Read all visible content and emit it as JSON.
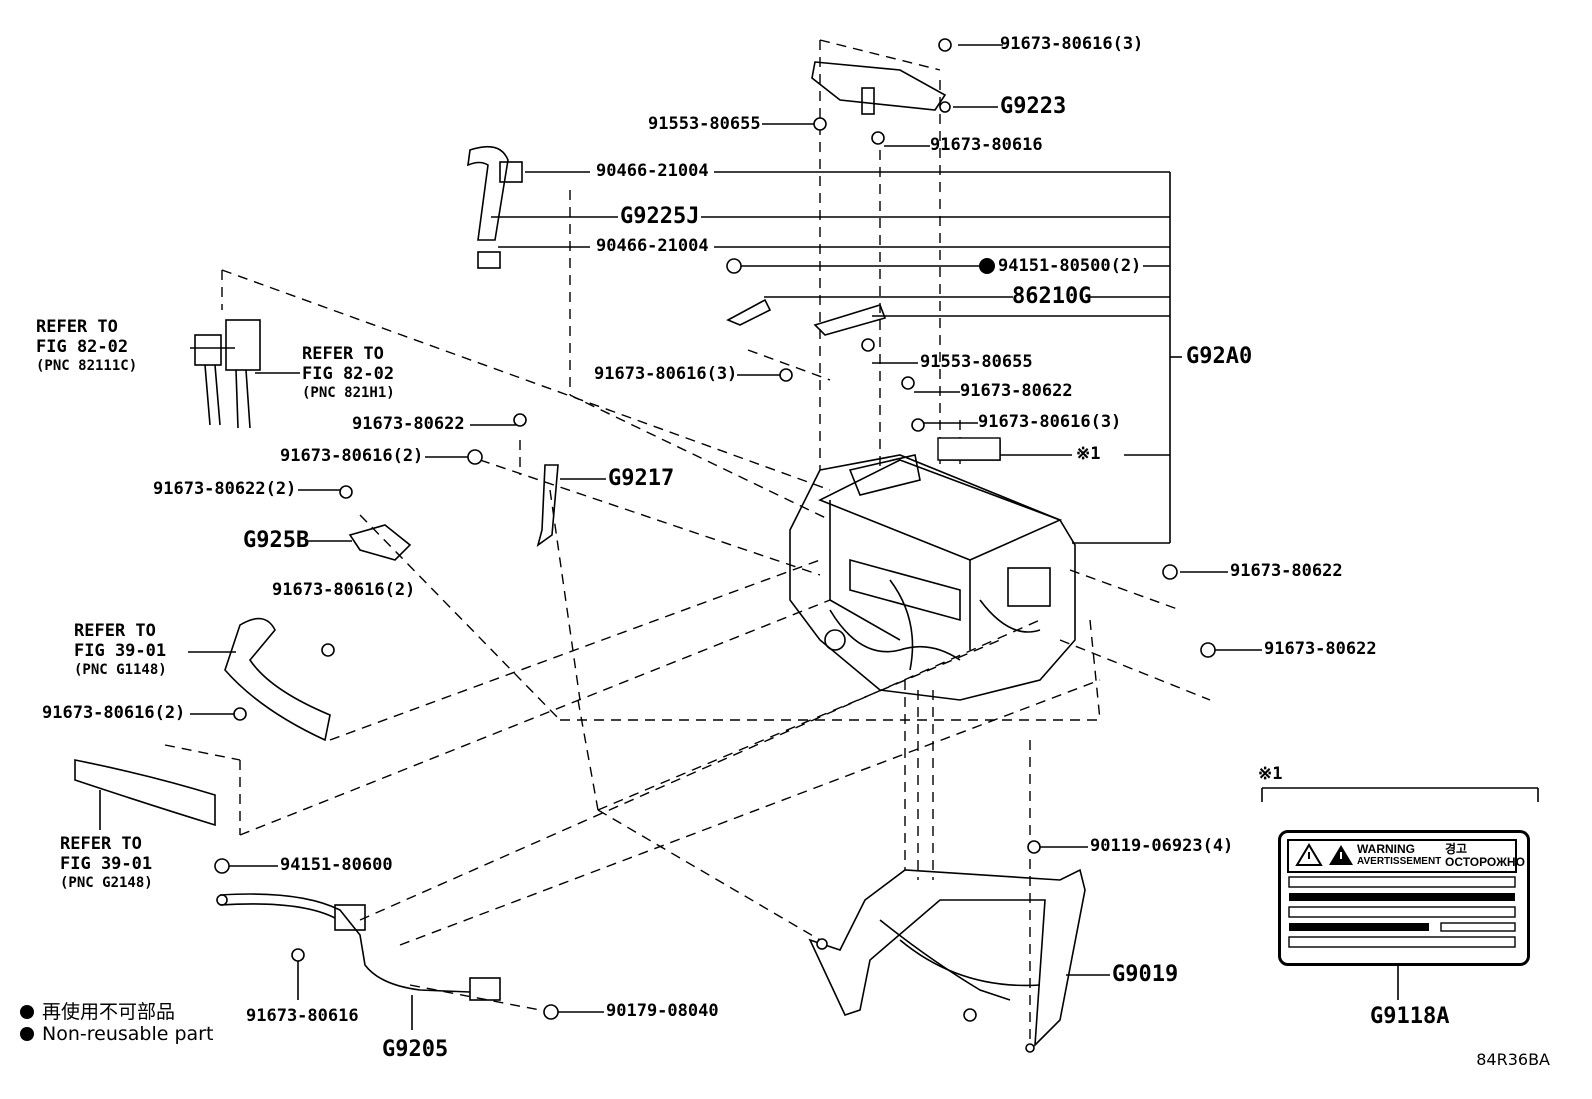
{
  "labels": {
    "p_91673_80616_3_top": "91673-80616(3)",
    "g9223": "G9223",
    "p_91553_80655_a": "91553-80655",
    "p_91673_80616_b": "91673-80616",
    "p_90466_21004_a": "90466-21004",
    "g9225j": "G9225J",
    "p_90466_21004_b": "90466-21004",
    "p_94151_80500_2": "94151-80500(2)",
    "p_86210g": "86210G",
    "g92a0": "G92A0",
    "p_91553_80655_b": "91553-80655",
    "p_91673_80616_3_mid": "91673-80616(3)",
    "p_91673_80622_a": "91673-80622",
    "p_91673_80616_3_right": "91673-80616(3)",
    "p_91673_80622_b": "91673-80622",
    "note_mark": "※1",
    "p_91673_80616_2_a": "91673-80616(2)",
    "g9217": "G9217",
    "p_91673_80622_2": "91673-80622(2)",
    "g925b": "G925B",
    "p_91673_80622_c": "91673-80622",
    "p_91673_80616_2_b": "91673-80616(2)",
    "p_91673_80622_d": "91673-80622",
    "p_91673_80616_2_c": "91673-80616(2)",
    "note_mark_box": "※1",
    "p_90119_06923_4": "90119-06923(4)",
    "p_94151_80600": "94151-80600",
    "g9019": "G9019",
    "p_91673_80616_c": "91673-80616",
    "p_90179_08040": "90179-08040",
    "g9205": "G9205",
    "g9118a": "G9118A"
  },
  "refs": {
    "r1": {
      "line1": "REFER TO",
      "line2": "FIG 82-02",
      "line3": "(PNC 82111C)"
    },
    "r2": {
      "line1": "REFER TO",
      "line2": "FIG 82-02",
      "line3": "(PNC 821H1)"
    },
    "r3": {
      "line1": "REFER TO",
      "line2": "FIG 39-01",
      "line3": "(PNC G1148)"
    },
    "r4": {
      "line1": "REFER TO",
      "line2": "FIG 39-01",
      "line3": "(PNC G2148)"
    }
  },
  "legend": {
    "japanese": "再使用不可部品",
    "english": "Non-reusable part"
  },
  "warning_label": {
    "warning": "WARNING",
    "avertissement": "AVERTISSEMENT",
    "korean": "경고",
    "russian": "ОСТОРОЖНО"
  },
  "figure_code": "84R36BA"
}
